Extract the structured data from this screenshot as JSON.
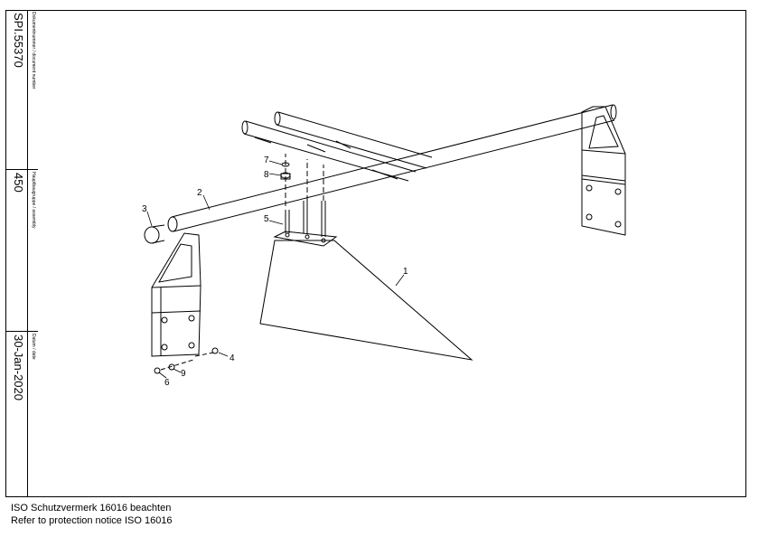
{
  "title_block": {
    "document_number_label": "Dokumentnummer / document number",
    "document_number": "SPI.55370",
    "assembly_label": "Hauptbaugruppe / assembly",
    "assembly": "450",
    "date_label": "Datum / date",
    "date": "30-Jan-2020"
  },
  "callouts": {
    "c1": "1",
    "c2": "2",
    "c3": "3",
    "c4": "4",
    "c5": "5",
    "c6": "6",
    "c7": "7",
    "c8": "8",
    "c9": "9"
  },
  "notice": {
    "line1": "ISO Schutzvermerk 16016 beachten",
    "line2": "Refer to protection notice ISO 16016"
  }
}
